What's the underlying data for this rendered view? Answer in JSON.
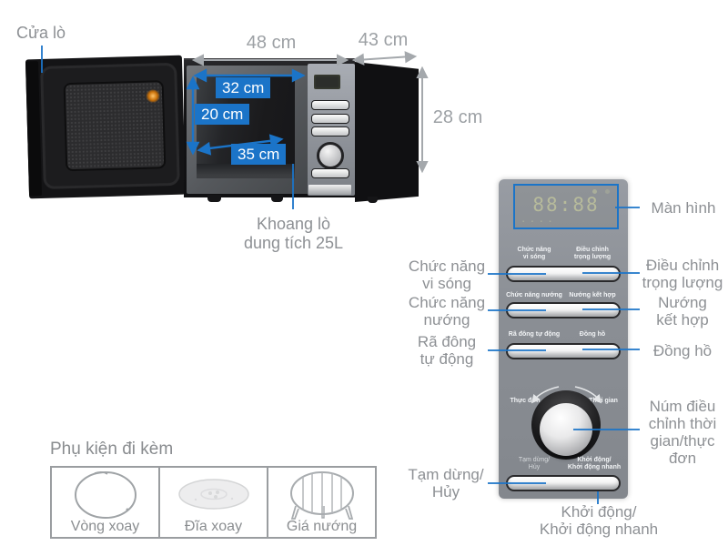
{
  "colors": {
    "accent_blue": "#1b74c8",
    "label_gray": "#8d9094",
    "dim_gray": "#9da1a5",
    "panel_gray": "#8a8e94"
  },
  "oven": {
    "door_label": "Cửa lò",
    "cavity_note": "Khoang lò\ndung tích 25L",
    "dimensions": {
      "width": "48 cm",
      "depth": "43 cm",
      "height": "28 cm",
      "inner_width": "32 cm",
      "inner_height": "20 cm",
      "inner_depth": "35 cm"
    }
  },
  "panel": {
    "display_value": "88:88",
    "rows": [
      {
        "left": "Chức năng\nvi sóng",
        "right": "Điều chỉnh\ntrọng lượng"
      },
      {
        "left": "Chức năng nướng",
        "right": "Nướng kết hợp"
      },
      {
        "left": "Rã đông tự động",
        "right": "Đồng hồ"
      },
      {
        "left": "Tạm dừng/\nHủy",
        "right": "Khởi động/\nKhởi động nhanh"
      }
    ],
    "knob": {
      "left": "Thực đơn",
      "right": "Thời gian"
    }
  },
  "callouts": {
    "screen": "Màn hình",
    "micro_fn": "Chức năng\nvi sóng",
    "weight_adj": "Điều chỉnh\ntrọng lượng",
    "grill_fn": "Chức năng\nnướng",
    "combi": "Nướng\nkết hợp",
    "defrost": "Rã đông\ntự động",
    "clock": "Đồng hồ",
    "knob": "Núm điều\nchỉnh thời\ngian/thực\nđơn",
    "pause": "Tạm dừng/\nHủy",
    "start": "Khởi động/\nKhởi động nhanh"
  },
  "accessories": {
    "title": "Phụ kiện đi kèm",
    "items": [
      {
        "label": "Vòng xoay"
      },
      {
        "label": "Đĩa xoay"
      },
      {
        "label": "Giá nướng"
      }
    ]
  }
}
